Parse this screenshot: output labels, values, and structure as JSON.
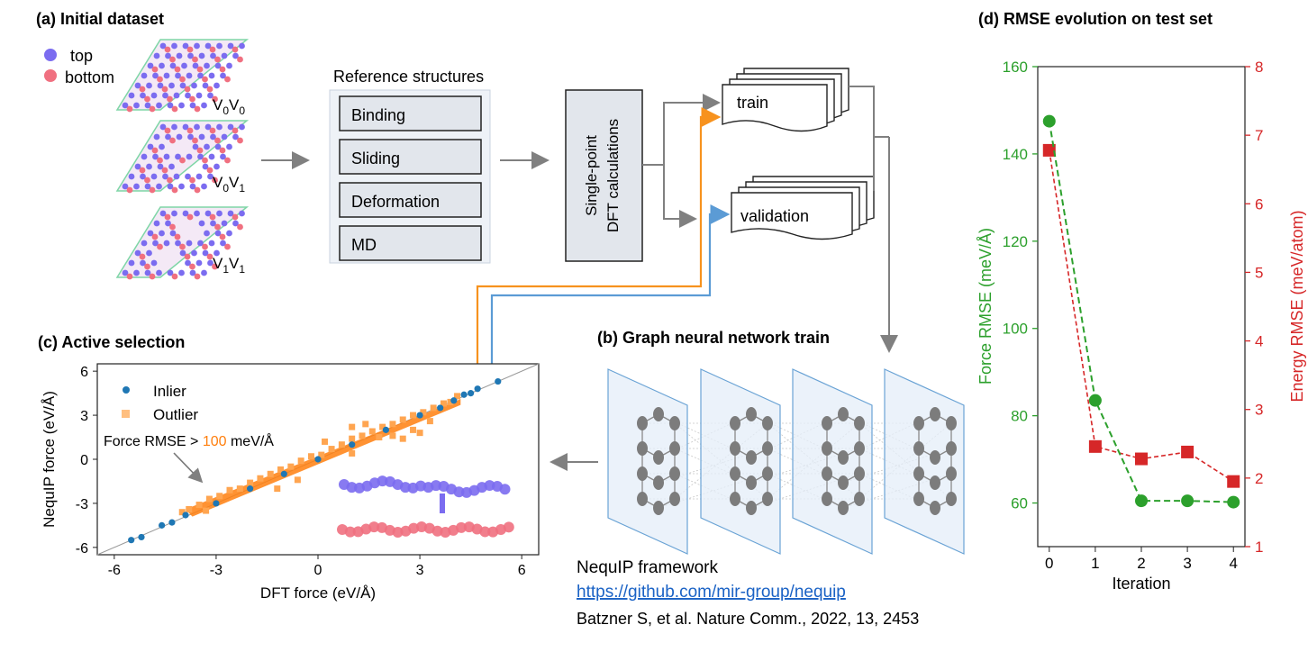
{
  "panel_a": {
    "title": "(a) Initial dataset",
    "legend": [
      {
        "label": "top",
        "color": "#7b6cf0"
      },
      {
        "label": "bottom",
        "color": "#f07080"
      }
    ],
    "structures": [
      {
        "label_main": "V",
        "sub1": "0",
        "mid": "V",
        "sub2": "0"
      },
      {
        "label_main": "V",
        "sub1": "0",
        "mid": "V",
        "sub2": "1"
      },
      {
        "label_main": "V",
        "sub1": "1",
        "mid": "V",
        "sub2": "1"
      }
    ]
  },
  "reference": {
    "title": "Reference structures",
    "items": [
      "Binding",
      "Sliding",
      "Deformation",
      "MD"
    ]
  },
  "dft": {
    "line1": "Single-point",
    "line2": "DFT calculations"
  },
  "datasets": {
    "train": "train",
    "validation": "validation"
  },
  "panel_b": {
    "title": "(b) Graph neural network train",
    "framework": "NequIP framework",
    "link": "https://github.com/mir-group/nequip",
    "citation": "Batzner S, et al. Nature Comm., 2022, 13, 2453"
  },
  "panel_c": {
    "title": "(c) Active selection",
    "annotation_prefix": "Force RMSE > ",
    "annotation_value": "100",
    "annotation_suffix": " meV/Å",
    "colors": {
      "inlier": "#1f77b4",
      "outlier": "#ff7f0e",
      "annotation_value": "#ff7f0e"
    }
  },
  "panel_d": {
    "title": "(d) RMSE evolution on test set",
    "colors": {
      "force": "#2ca02c",
      "energy": "#d62728"
    }
  },
  "chart_data": [
    {
      "type": "scatter",
      "xlabel": "DFT force (eV/Å)",
      "ylabel": "NequIP force (eV/Å)",
      "xlim": [
        -6.5,
        6.5
      ],
      "ylim": [
        -6.5,
        6.5
      ],
      "xticks": [
        "-6",
        "-3",
        "0",
        "3",
        "6"
      ],
      "yticks": [
        "6",
        "3",
        "0",
        "-3",
        "-6"
      ],
      "legend_position": "top-left",
      "series": [
        {
          "name": "Inlier",
          "points": [
            [
              -5.5,
              -5.5
            ],
            [
              -5.2,
              -5.3
            ],
            [
              -4.6,
              -4.5
            ],
            [
              -4.3,
              -4.3
            ],
            [
              -3.9,
              -3.8
            ],
            [
              -3.0,
              -3.0
            ],
            [
              -2.0,
              -2.0
            ],
            [
              -1.0,
              -1.0
            ],
            [
              0.0,
              0.0
            ],
            [
              1.0,
              1.0
            ],
            [
              2.0,
              2.0
            ],
            [
              3.0,
              3.0
            ],
            [
              3.6,
              3.5
            ],
            [
              4.0,
              4.0
            ],
            [
              4.3,
              4.4
            ],
            [
              4.5,
              4.5
            ],
            [
              4.7,
              4.8
            ],
            [
              5.3,
              5.3
            ]
          ]
        },
        {
          "name": "Outlier",
          "points": [
            [
              -4.0,
              -3.6
            ],
            [
              -3.8,
              -3.4
            ],
            [
              -3.5,
              -3.1
            ],
            [
              -3.2,
              -2.7
            ],
            [
              -2.9,
              -2.5
            ],
            [
              -2.6,
              -2.1
            ],
            [
              -2.3,
              -2.0
            ],
            [
              -2.0,
              -1.6
            ],
            [
              -1.7,
              -1.3
            ],
            [
              -1.4,
              -1.0
            ],
            [
              -1.1,
              -0.7
            ],
            [
              -0.8,
              -0.5
            ],
            [
              -0.5,
              -0.1
            ],
            [
              -0.2,
              0.2
            ],
            [
              0.1,
              0.3
            ],
            [
              0.4,
              0.7
            ],
            [
              0.7,
              1.0
            ],
            [
              1.0,
              1.4
            ],
            [
              1.3,
              1.6
            ],
            [
              1.6,
              1.9
            ],
            [
              1.9,
              2.2
            ],
            [
              2.2,
              2.4
            ],
            [
              2.5,
              2.7
            ],
            [
              2.8,
              3.0
            ],
            [
              3.1,
              3.2
            ],
            [
              3.4,
              3.5
            ],
            [
              3.7,
              3.8
            ],
            [
              3.9,
              3.9
            ],
            [
              4.1,
              4.3
            ],
            [
              1.0,
              2.2
            ],
            [
              1.4,
              2.4
            ],
            [
              1.8,
              1.5
            ],
            [
              2.2,
              1.6
            ],
            [
              3.0,
              1.8
            ],
            [
              2.5,
              1.4
            ],
            [
              -1.2,
              -2.0
            ],
            [
              -0.6,
              -1.4
            ],
            [
              -3.3,
              -3.5
            ],
            [
              0.2,
              1.2
            ],
            [
              1.0,
              0.4
            ],
            [
              2.8,
              2.0
            ],
            [
              3.3,
              2.6
            ]
          ]
        }
      ]
    },
    {
      "type": "line",
      "xlabel": "Iteration",
      "ylabel_left": "Force RMSE (meV/Å)",
      "ylabel_right": "Energy RMSE (meV/atom)",
      "x": [
        0,
        1,
        2,
        3,
        4
      ],
      "xlim": [
        -0.25,
        4.25
      ],
      "ylim_left": [
        50,
        160
      ],
      "ylim_right": [
        1,
        8
      ],
      "yticks_left": [
        "60",
        "80",
        "100",
        "120",
        "140",
        "160"
      ],
      "yticks_right": [
        "1",
        "2",
        "3",
        "4",
        "5",
        "6",
        "7",
        "8"
      ],
      "series": [
        {
          "axis": "left",
          "values": [
            147.5,
            83.5,
            60.5,
            60.5,
            60.2
          ]
        },
        {
          "axis": "right",
          "values": [
            6.78,
            2.46,
            2.28,
            2.38,
            1.95
          ]
        }
      ]
    }
  ]
}
